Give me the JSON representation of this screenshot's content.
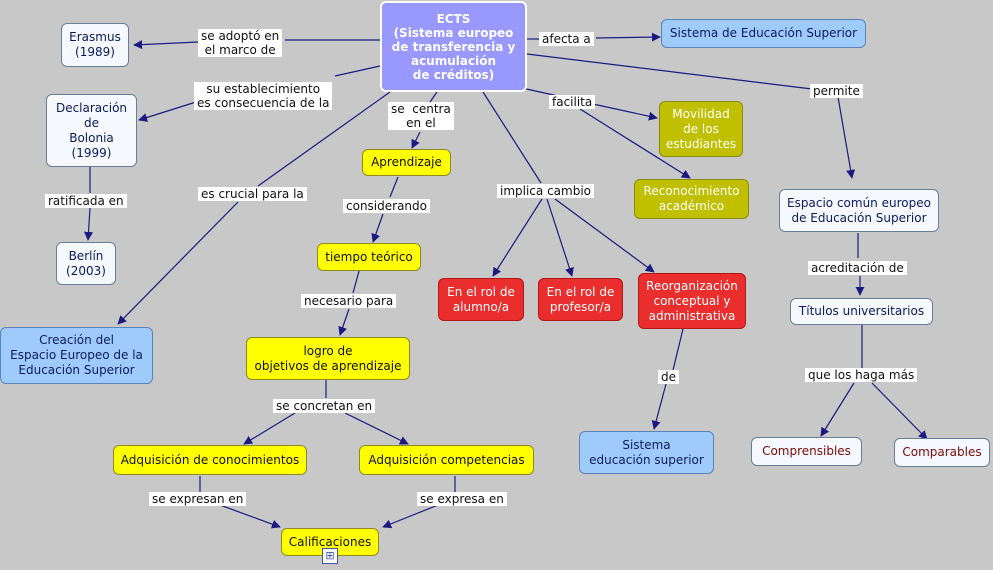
{
  "nodes": {
    "ects": "ECTS\n(Sistema europeo\nde transferencia y\nacumulación\nde créditos)",
    "sistema_ed_sup": "Sistema de Educación Superior",
    "erasmus": "Erasmus\n(1989)",
    "declaracion": "Declaración\nde\nBolonia\n(1999)",
    "berlin": "Berlín\n(2003)",
    "creacion": "Creación del\nEspacio Europeo de la\nEducación Superior",
    "aprendizaje": "Aprendizaje",
    "tiempo": "tiempo teórico",
    "logro": "logro de\nobjetivos de aprendizaje",
    "adq_con": "Adquisición de conocimientos",
    "adq_comp": "Adquisición competencias",
    "calificaciones": "Calificaciones",
    "movilidad": "Movilidad\nde los\nestudiantes",
    "reconocimiento": "Reconocimiento\nacadémico",
    "rol_alumno": "En el rol de\nalumno/a",
    "rol_profesor": "En el rol de\nprofesor/a",
    "reorganizacion": "Reorganización\nconceptual y\nadministrativa",
    "sistema_ed": "Sistema\neducación superior",
    "espacio": "Espacio común europeo\nde Educación Superior",
    "titulos": "Títulos universitarios",
    "comprensibles": "Comprensibles",
    "comparables": "Comparables"
  },
  "labels": {
    "adopto": "se adoptó en\nel marco de",
    "afecta": "afecta a",
    "establecimiento": "su establecimiento\nes consecuencia de la",
    "centra": "se  centra\nen el",
    "facilita": "facilita",
    "permite": "permite",
    "ratificada": "ratificada en",
    "crucial": "es crucial para la",
    "considerando": "considerando",
    "implica": "implica cambio",
    "necesario": "necesario para",
    "acreditacion": "acreditación de",
    "concretan": "se concretan en",
    "de": "de",
    "que_los": "que los haga más",
    "expresan": "se expresan en",
    "expresa": "se expresa en"
  },
  "submap_icon": "submap-icon",
  "colors": {
    "background": "#c8c8c8",
    "link": "#1a1a80",
    "ects": "#9898ff",
    "yellow": "#ffff00",
    "olive": "#c0c000",
    "red": "#ea2d2d",
    "blue": "#9fcbfb"
  }
}
